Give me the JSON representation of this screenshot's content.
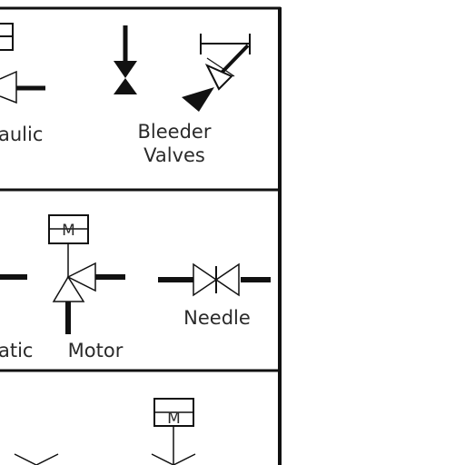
{
  "cells": {
    "hydraulic_label": "aulic",
    "bleeder_line1": "Bleeder",
    "bleeder_line2": "Valves",
    "pneumatic_label": "atic",
    "motor_label": "Motor",
    "needle_label": "Needle"
  },
  "symbols": {
    "motor_box_letter": "M",
    "lower_motor_box_letter": "M"
  }
}
